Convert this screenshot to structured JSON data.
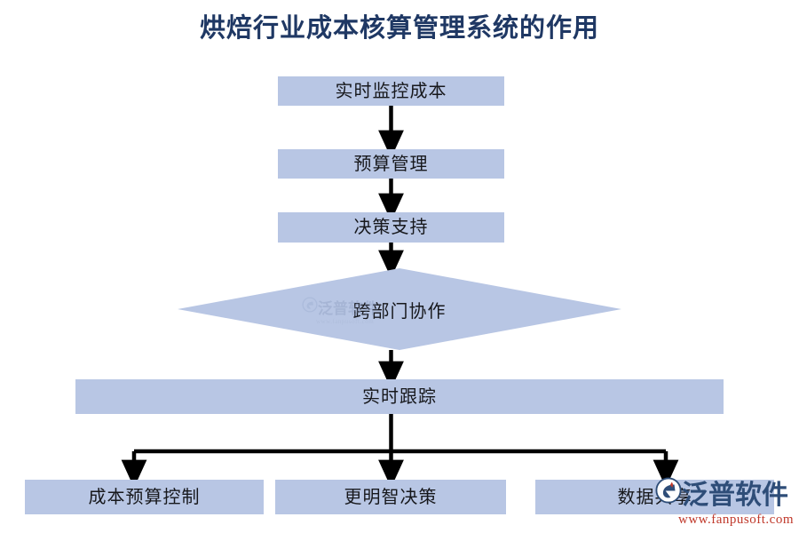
{
  "page": {
    "title": "烘焙行业成本核算管理系统的作用",
    "background_color": "#ffffff",
    "title_color": "#1f3864",
    "node_fill_color": "#b8c6e4",
    "connector_color": "#000000"
  },
  "diagram": {
    "type": "flowchart",
    "nodes": [
      {
        "id": "n1",
        "shape": "rect",
        "label": "实时监控成本"
      },
      {
        "id": "n2",
        "shape": "rect",
        "label": "预算管理"
      },
      {
        "id": "n3",
        "shape": "rect",
        "label": "决策支持"
      },
      {
        "id": "n4",
        "shape": "diamond",
        "label": "跨部门协作"
      },
      {
        "id": "n5",
        "shape": "rect",
        "label": "实时跟踪"
      },
      {
        "id": "n6",
        "shape": "rect",
        "label": "成本预算控制"
      },
      {
        "id": "n7",
        "shape": "rect",
        "label": "更明智决策"
      },
      {
        "id": "n8",
        "shape": "rect",
        "label": "数据共享"
      }
    ],
    "edges": [
      {
        "from": "n1",
        "to": "n2"
      },
      {
        "from": "n2",
        "to": "n3"
      },
      {
        "from": "n3",
        "to": "n4"
      },
      {
        "from": "n4",
        "to": "n5"
      },
      {
        "from": "n5",
        "to": "n6"
      },
      {
        "from": "n5",
        "to": "n7"
      },
      {
        "from": "n5",
        "to": "n8"
      }
    ]
  },
  "watermark": {
    "brand": "泛普软件",
    "url": "www.fanpusoft.com"
  }
}
